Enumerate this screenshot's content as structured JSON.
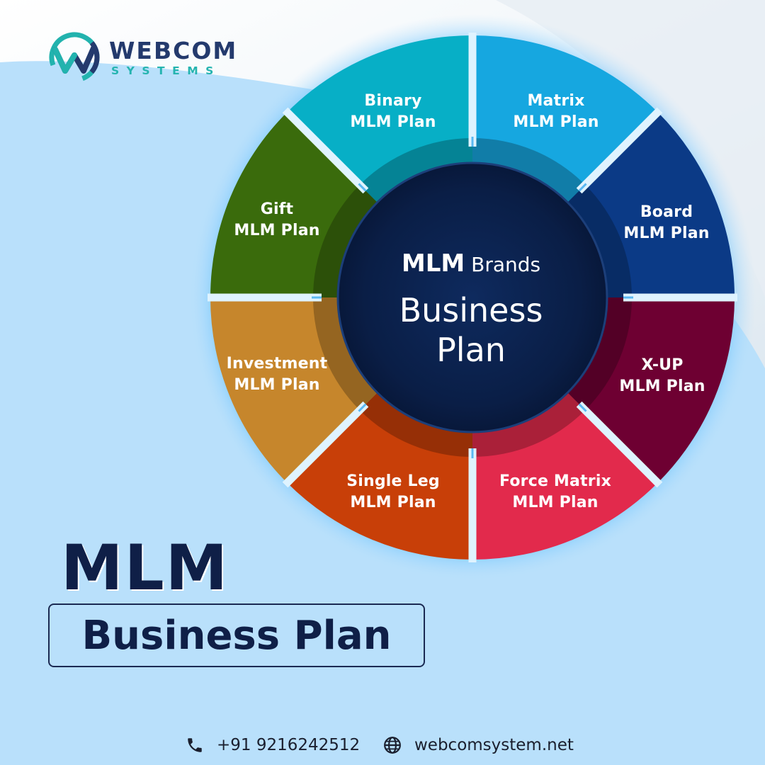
{
  "brand": {
    "name": "WEBCOM",
    "subtitle": "SYSTEMS",
    "colors": {
      "navy": "#243a6d",
      "teal": "#25b4b0"
    }
  },
  "wheel": {
    "center": {
      "emphasis": "MLM",
      "small": "Brands",
      "big_line1": "Business",
      "big_line2": "Plan"
    },
    "segments": [
      {
        "line1": "Binary",
        "line2": "MLM Plan",
        "color": "#16a7e0"
      },
      {
        "line1": "Matrix",
        "line2": "MLM Plan",
        "color": "#0b3a86"
      },
      {
        "line1": "Board",
        "line2": "MLM Plan",
        "color": "#6e0032"
      },
      {
        "line1": "X-UP",
        "line2": "MLM Plan",
        "color": "#e22a4c"
      },
      {
        "line1": "Force Matrix",
        "line2": "MLM Plan",
        "color": "#c83f08"
      },
      {
        "line1": "Single Leg",
        "line2": "MLM Plan",
        "color": "#c6862c"
      },
      {
        "line1": "Investment",
        "line2": "MLM Plan",
        "color": "#3a6b0c"
      },
      {
        "line1": "Gift",
        "line2": "MLM Plan",
        "color": "#07afc6"
      }
    ]
  },
  "headline": {
    "title": "MLM",
    "subtitle": "Business Plan"
  },
  "contact": {
    "phone": "+91 9216242512",
    "website": "webcomsystem.net",
    "phone_icon": "phone-icon",
    "web_icon": "globe-icon"
  }
}
